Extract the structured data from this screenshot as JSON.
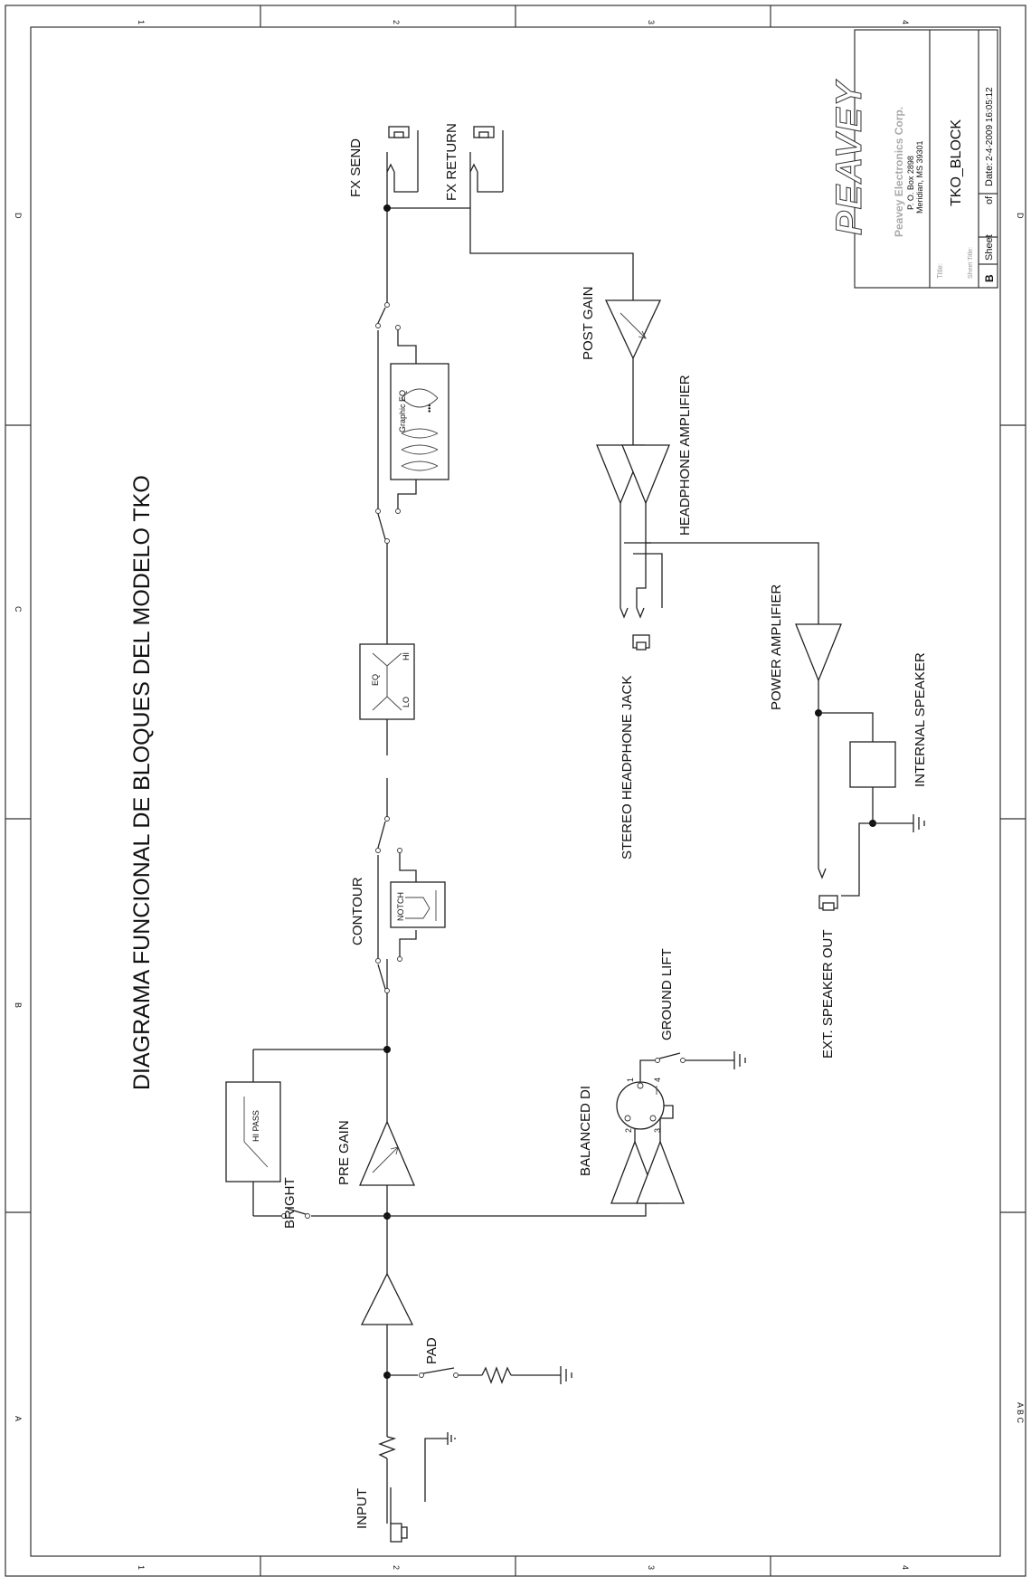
{
  "diagram": {
    "title": "DIAGRAMA FUNCIONAL DE BLOQUES  DEL MODELO TKO",
    "labels": {
      "input": "INPUT",
      "pad": "PAD",
      "bright": "BRIGHT",
      "hi_pass": "HI PASS",
      "pre_gain": "PRE GAIN",
      "contour": "CONTOUR",
      "notch": "NOTCH",
      "eq": "EQ",
      "lo": "LO",
      "hi": "HI",
      "graphic_eq": "Graphic EQ",
      "graphic_eq_dots": "•••",
      "fx_send": "FX SEND",
      "fx_return": "FX RETURN",
      "post_gain": "POST GAIN",
      "headphone_amplifier": "HEADPHONE AMPLIFIER",
      "stereo_headphone_jack": "STEREO HEADPHONE JACK",
      "power_amplifier": "POWER AMPLIFIER",
      "internal_speaker": "INTERNAL SPEAKER",
      "ext_speaker_out": "EXT. SPEAKER OUT",
      "balanced_di": "BALANCED DI",
      "ground_lift": "GROUND LIFT",
      "pin_1": "1",
      "pin_2": "2",
      "pin_3": "3",
      "pin_4": "4"
    }
  },
  "title_block": {
    "logo": "PEAVEY",
    "company": "Peavey Electronics Corp.",
    "address_1": "P. O. Box 2898",
    "address_2": "Meridian, MS 39301",
    "title_label": "Title:",
    "title_value": "TKO_BLOCK",
    "sheet_title_label": "Sheet Title:",
    "size": "B",
    "sheet_label": "Sheet",
    "of_label": "of",
    "date_label": "Date:",
    "date_value": "2-4-2009  16:05:12"
  },
  "frame": {
    "top_markers": [
      "1",
      "2",
      "3",
      "4"
    ],
    "bottom_markers": [
      "1",
      "2",
      "3",
      "4"
    ],
    "left_markers": [
      "D",
      "C",
      "B",
      "A"
    ],
    "right_markers": [
      "D",
      "A B C"
    ]
  }
}
